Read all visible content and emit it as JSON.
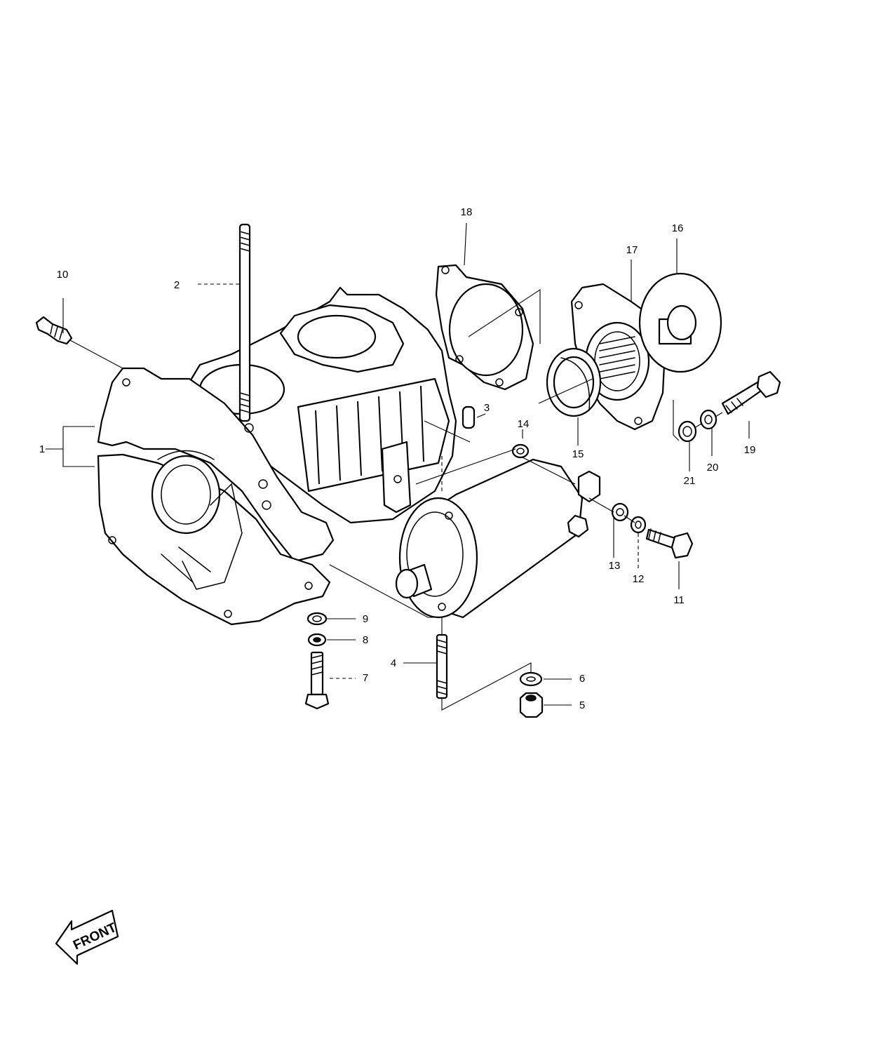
{
  "callouts": [
    {
      "id": "1",
      "label": "1"
    },
    {
      "id": "2",
      "label": "2"
    },
    {
      "id": "3",
      "label": "3"
    },
    {
      "id": "4",
      "label": "4"
    },
    {
      "id": "5",
      "label": "5"
    },
    {
      "id": "6",
      "label": "6"
    },
    {
      "id": "7",
      "label": "7"
    },
    {
      "id": "8",
      "label": "8"
    },
    {
      "id": "9",
      "label": "9"
    },
    {
      "id": "10",
      "label": "10"
    },
    {
      "id": "11",
      "label": "11"
    },
    {
      "id": "12",
      "label": "12"
    },
    {
      "id": "13",
      "label": "13"
    },
    {
      "id": "14",
      "label": "14"
    },
    {
      "id": "15",
      "label": "15"
    },
    {
      "id": "16",
      "label": "16"
    },
    {
      "id": "17",
      "label": "17"
    },
    {
      "id": "18",
      "label": "18"
    },
    {
      "id": "19",
      "label": "19"
    },
    {
      "id": "20",
      "label": "20"
    },
    {
      "id": "21",
      "label": "21"
    }
  ],
  "front_marker": {
    "label": "FRONT",
    "direction": "left-down"
  },
  "colors": {
    "background": "#ffffff",
    "line": "#000000"
  }
}
